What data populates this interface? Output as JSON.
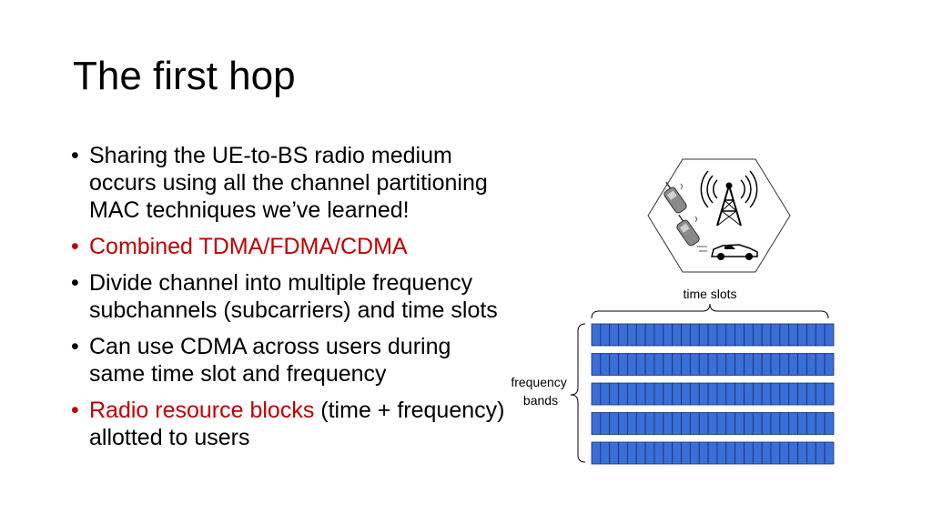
{
  "slide": {
    "title": "The first hop"
  },
  "bullets": [
    {
      "text": "Sharing the UE-to-BS radio medium occurs using all the channel partitioning MAC techniques we’ve learned!",
      "highlight": "",
      "rest": ""
    },
    {
      "text": "",
      "highlight": "Combined TDMA/FDMA/CDMA",
      "rest": ""
    },
    {
      "text": "Divide channel into multiple frequency subchannels (subcarriers) and time slots",
      "highlight": "",
      "rest": ""
    },
    {
      "text": "Can use CDMA across users during same time slot and frequency",
      "highlight": "",
      "rest": ""
    },
    {
      "text": "",
      "highlight": "Radio resource blocks",
      "rest": " (time + frequency) allotted to users"
    }
  ],
  "bullet_glyph": "•",
  "diagram": {
    "time_label": "time slots",
    "freq_label_line1": "frequency",
    "freq_label_line2": "bands",
    "band_count": 5,
    "slots_per_band": 27,
    "block_color": "#3a6fd8",
    "block_border": "#1a2f6a",
    "icons": [
      "cell-tower-icon",
      "cell-phone-icon",
      "car-icon"
    ]
  },
  "colors": {
    "highlight": "#c00000"
  }
}
